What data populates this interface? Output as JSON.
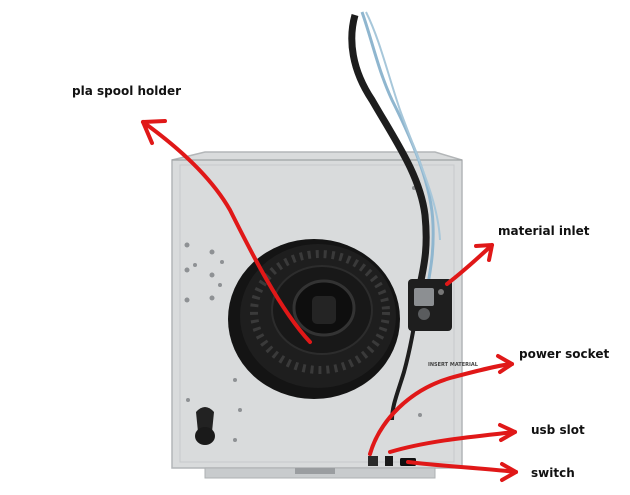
{
  "labels": {
    "spool_holder": "pla spool holder",
    "material_inlet": "material inlet",
    "power_socket": "power socket",
    "usb_slot": "usb slot",
    "switch": "switch"
  },
  "sticker_text": "INSERT MATERIAL",
  "colors": {
    "printer_body": "#d9dbdc",
    "printer_edge": "#b9bcbe",
    "spool": "#141414",
    "arrow": "#e01818",
    "cable": "#1d1d1d",
    "tube": "#8fb6cf"
  },
  "icons": [
    "spool",
    "material-feeder",
    "mounting-knob",
    "bowden-tube"
  ]
}
